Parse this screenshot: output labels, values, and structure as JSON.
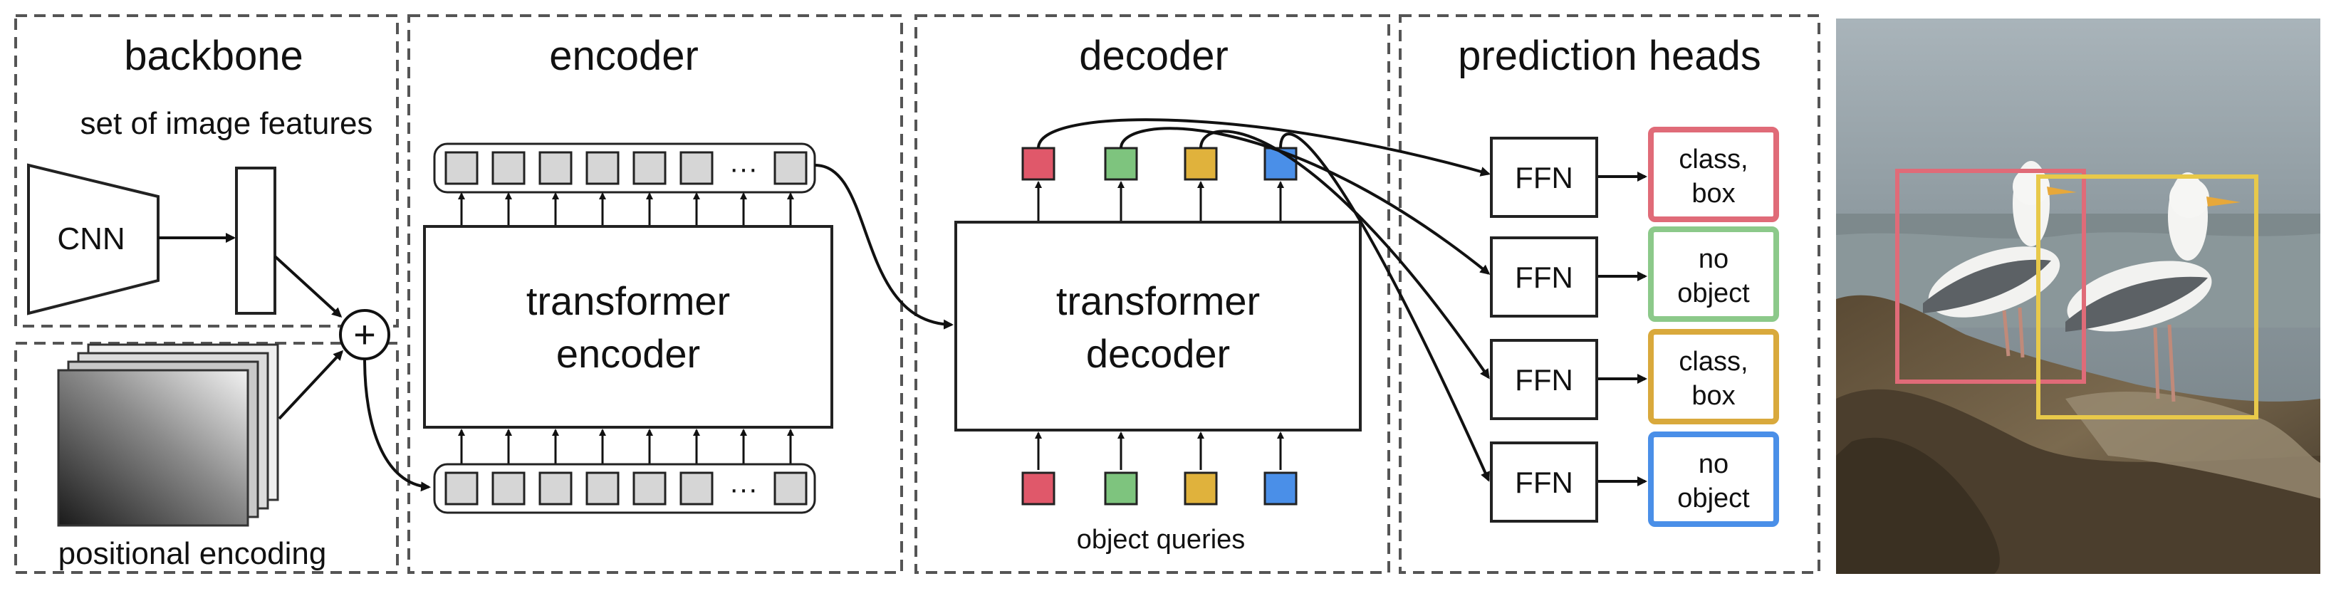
{
  "sections": {
    "backbone": "backbone",
    "encoder": "encoder",
    "decoder": "decoder",
    "prediction_heads": "prediction heads"
  },
  "backbone": {
    "features_label": "set of image features",
    "cnn_label": "CNN",
    "plus_symbol": "+",
    "positional_encoding_label": "positional encoding"
  },
  "encoder": {
    "block_line1": "transformer",
    "block_line2": "encoder",
    "ellipsis_top": "···",
    "ellipsis_bottom": "···"
  },
  "decoder": {
    "block_line1": "transformer",
    "block_line2": "decoder",
    "queries_label": "object queries"
  },
  "query_colors": [
    "#e0586a",
    "#7ec47e",
    "#e0b23c",
    "#4a8fe8"
  ],
  "heads": [
    {
      "ffn": "FFN",
      "line1": "class,",
      "line2": "box",
      "color": "#e06b78"
    },
    {
      "ffn": "FFN",
      "line1": "no",
      "line2": "object",
      "color": "#8cc98a"
    },
    {
      "ffn": "FFN",
      "line1": "class,",
      "line2": "box",
      "color": "#d9a93c"
    },
    {
      "ffn": "FFN",
      "line1": "no",
      "line2": "object",
      "color": "#4a8fe8"
    }
  ],
  "photo": {
    "description_icon": "seagulls-photo",
    "box_colors": [
      "#e06b78",
      "#e8c94a"
    ]
  }
}
